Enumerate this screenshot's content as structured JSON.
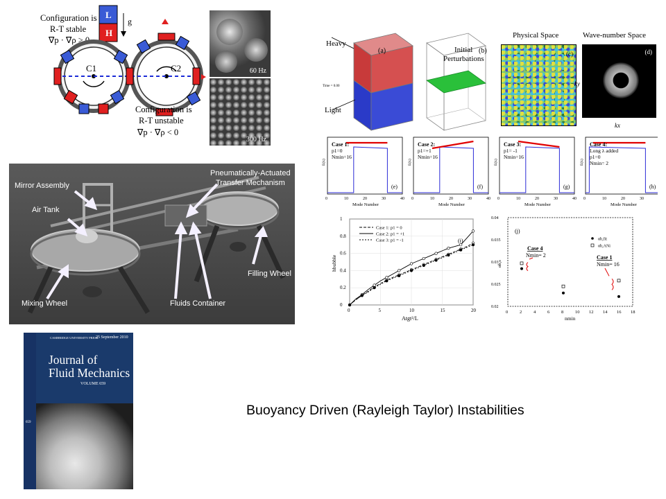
{
  "caption": "Buoyancy Driven (Rayleigh Taylor) Instabilities",
  "colors": {
    "heavy": "#d63a3a",
    "light": "#3a4bd6",
    "accent_red": "#e00000",
    "journal_blue": "#1a3a6b",
    "machine_bg": "#4a4a4a"
  },
  "rt_diagram": {
    "label_L": "L",
    "label_H": "H",
    "label_g": "g",
    "stable_l1": "Configuration is",
    "stable_l2": "R-T stable",
    "stable_l3": "∇p · ∇ρ > 0",
    "unstable_l1": "Configuration is",
    "unstable_l2": "R-T unstable",
    "unstable_l3": "∇p · ∇ρ < 0",
    "c1": "C1",
    "c2": "C2"
  },
  "photos": {
    "top": "60 Hz",
    "bottom": "300 Hz"
  },
  "machine": {
    "mirror": "Mirror Assembly",
    "air_tank": "Air Tank",
    "pneumatic_l1": "Pneumatically-Actuated",
    "pneumatic_l2": "Transfer Mechanism",
    "filling": "Filling Wheel",
    "mixing": "Mixing Wheel",
    "fluids": "Fluids Container"
  },
  "journal": {
    "publisher": "CAMBRIDGE UNIVERSITY PRESS",
    "date": "25 September 2010",
    "title_l1": "Journal of",
    "title_l2": "Fluid Mechanics",
    "volume": "VOLUME 659",
    "spine_num": "659"
  },
  "sim": {
    "heavy": "Heavy",
    "light": "Light",
    "a": "(a)",
    "b": "(b)",
    "c": "(c)",
    "d": "(d)",
    "initial_l1": "Initial",
    "initial_l2": "Perturbations",
    "physical": "Physical Space",
    "wavenumber": "Wave-number Space",
    "time": "Time = 0.00",
    "kx": "kx",
    "ky": "ky"
  },
  "spectra": {
    "mode_label": "Mode Number",
    "ylabel": "E(k)",
    "xticks": [
      "0",
      "10",
      "20",
      "30",
      "40"
    ],
    "panels": [
      {
        "tag": "(e)",
        "case": "Case 1:",
        "l2": "p1=0",
        "l3": "Nmin=16"
      },
      {
        "tag": "(f)",
        "case": "Case 2:",
        "l2": "p1=+1",
        "l3": "Nmin=16"
      },
      {
        "tag": "(g)",
        "case": "Case 3:",
        "l2": "p1= -1",
        "l3": "Nmin=16"
      },
      {
        "tag": "(h)",
        "case": "Case 4:",
        "l2": "Long λ added",
        "l3": "p1=0",
        "l4": "Nmin= 2"
      }
    ]
  },
  "chart_data": [
    {
      "type": "line",
      "tag": "(i)",
      "xlabel": "Atgt²/L",
      "ylabel": "hbubble",
      "xlim": [
        0,
        20
      ],
      "ylim": [
        0,
        1.0
      ],
      "xticks": [
        0,
        5,
        10,
        15,
        20
      ],
      "yticks": [
        0,
        0.2,
        0.4,
        0.6,
        0.8,
        1.0
      ],
      "series": [
        {
          "name": "Case 1: p1 = 0",
          "x": [
            0,
            1,
            2,
            3,
            4,
            5,
            6,
            7,
            8,
            9,
            10,
            11,
            12,
            13,
            14,
            15,
            16,
            17,
            18,
            19,
            20
          ],
          "y": [
            0,
            0.06,
            0.11,
            0.16,
            0.21,
            0.25,
            0.29,
            0.32,
            0.35,
            0.38,
            0.41,
            0.44,
            0.47,
            0.5,
            0.53,
            0.56,
            0.59,
            0.62,
            0.65,
            0.68,
            0.72
          ]
        },
        {
          "name": "Case 2: p1 = +1",
          "x": [
            0,
            1,
            2,
            3,
            4,
            5,
            6,
            7,
            8,
            9,
            10,
            11,
            12,
            13,
            14,
            15,
            16,
            17,
            18,
            19,
            20
          ],
          "y": [
            0,
            0.07,
            0.12,
            0.18,
            0.23,
            0.28,
            0.32,
            0.36,
            0.4,
            0.44,
            0.48,
            0.51,
            0.54,
            0.57,
            0.6,
            0.63,
            0.66,
            0.68,
            0.7,
            0.78,
            0.86
          ]
        },
        {
          "name": "Case 3: p1 = -1",
          "x": [
            0,
            1,
            2,
            3,
            4,
            5,
            6,
            7,
            8,
            9,
            10,
            11,
            12,
            13,
            14,
            15,
            16,
            17,
            18,
            19,
            20
          ],
          "y": [
            0,
            0.06,
            0.11,
            0.15,
            0.2,
            0.24,
            0.28,
            0.31,
            0.34,
            0.37,
            0.4,
            0.43,
            0.46,
            0.49,
            0.52,
            0.55,
            0.58,
            0.61,
            0.64,
            0.67,
            0.7
          ]
        }
      ]
    },
    {
      "type": "scatter",
      "tag": "(j)",
      "xlabel": "nmin",
      "ylabel": "αb,s",
      "xlim": [
        0,
        18
      ],
      "ylim": [
        0.02,
        0.04
      ],
      "xticks": [
        0,
        2,
        4,
        6,
        8,
        10,
        12,
        14,
        16,
        18
      ],
      "yticks": [
        0.02,
        0.025,
        0.03,
        0.035,
        0.04
      ],
      "series": [
        {
          "name": "αb,fit",
          "marker": "filled",
          "x": [
            2,
            8,
            16
          ],
          "y": [
            0.0285,
            0.023,
            0.0222
          ]
        },
        {
          "name": "αb,ANi",
          "marker": "open",
          "x": [
            2,
            8,
            16
          ],
          "y": [
            0.0297,
            0.0245,
            0.0258
          ]
        }
      ],
      "annotations": [
        {
          "l1": "Case 4",
          "l2": "Nmin= 2"
        },
        {
          "l1": "Case 1",
          "l2": "Nmin= 16"
        }
      ]
    }
  ]
}
